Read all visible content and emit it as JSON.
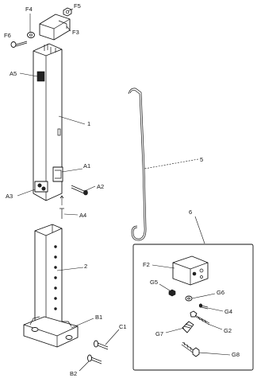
{
  "labels": {
    "f4": "F4",
    "f5": "F5",
    "f3": "F3",
    "f6": "F6",
    "a5": "A5",
    "one": "1",
    "a1": "A1",
    "a2": "A2",
    "a3": "A3",
    "a4": "A4",
    "five": "5",
    "six": "6",
    "two": "2",
    "f2": "F2",
    "g5": "G5",
    "g6": "G6",
    "g4": "G4",
    "g2": "G2",
    "g7": "G7",
    "g8": "G8",
    "b1": "B1",
    "c1": "C1",
    "b2": "B2"
  }
}
